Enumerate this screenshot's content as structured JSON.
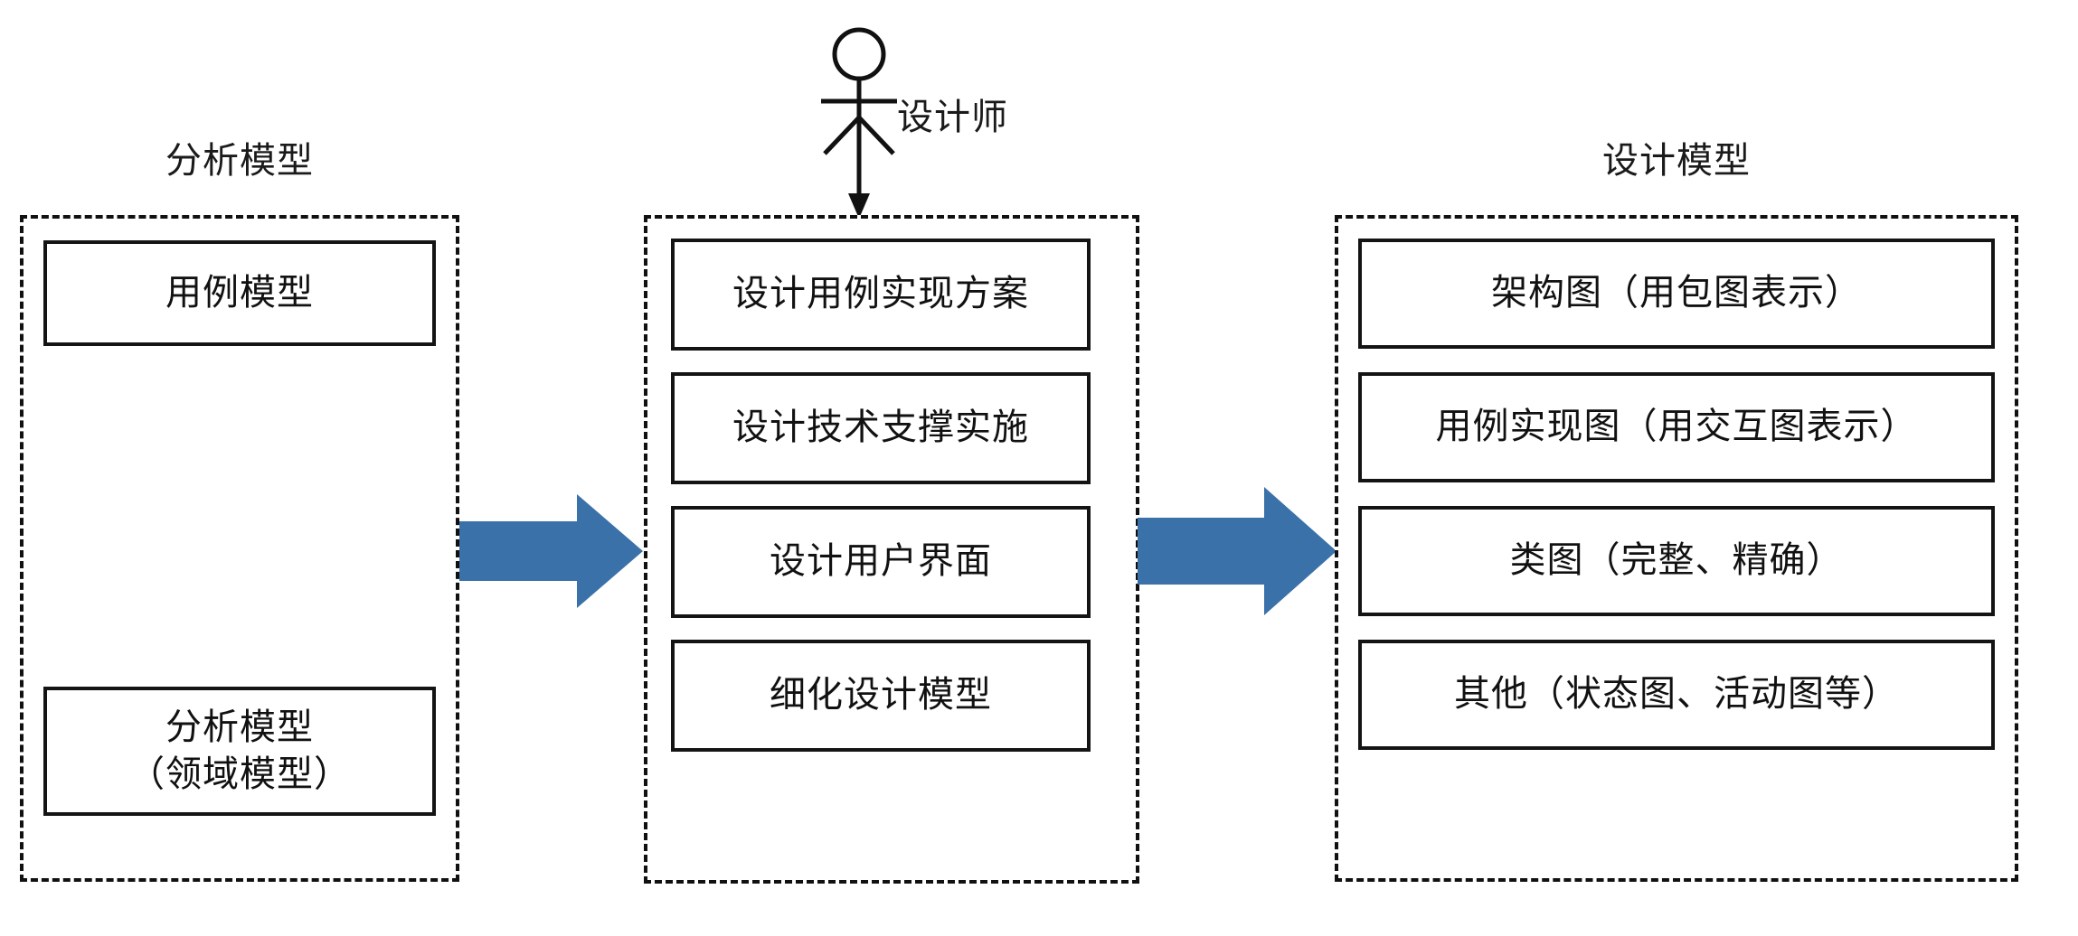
{
  "diagram": {
    "type": "flow",
    "background_color": "#ffffff",
    "line_color": "#111111",
    "arrow_color": "#3a71a8"
  },
  "actor": {
    "name": "designer-actor",
    "label": "设计师",
    "icon": "stick-figure-actor-icon",
    "connector": "down-arrow-icon"
  },
  "columns": [
    {
      "id": "analysis-model",
      "title": "分析模型",
      "items": [
        {
          "id": "use-case-model",
          "lines": [
            "用例模型"
          ]
        },
        {
          "id": "analysis-domain-model",
          "lines": [
            "分析模型",
            "（领域模型）"
          ]
        }
      ]
    },
    {
      "id": "design-activities",
      "title": "",
      "items": [
        {
          "id": "design-use-case-realization",
          "lines": [
            "设计用例实现方案"
          ]
        },
        {
          "id": "design-technical-support",
          "lines": [
            "设计技术支撑实施"
          ]
        },
        {
          "id": "design-user-interface",
          "lines": [
            "设计用户界面"
          ]
        },
        {
          "id": "refine-design-model",
          "lines": [
            "细化设计模型"
          ]
        }
      ]
    },
    {
      "id": "design-model",
      "title": "设计模型",
      "items": [
        {
          "id": "architecture-diagram",
          "lines": [
            "架构图（用包图表示）"
          ]
        },
        {
          "id": "use-case-realization-diagram",
          "lines": [
            "用例实现图（用交互图表示）"
          ]
        },
        {
          "id": "class-diagram",
          "lines": [
            "类图（完整、精确）"
          ]
        },
        {
          "id": "other-diagrams",
          "lines": [
            "其他（状态图、活动图等）"
          ]
        }
      ]
    }
  ],
  "arrows": [
    {
      "id": "arrow-analysis-to-design-activities",
      "direction": "right"
    },
    {
      "id": "arrow-design-activities-to-design-model",
      "direction": "right"
    }
  ]
}
